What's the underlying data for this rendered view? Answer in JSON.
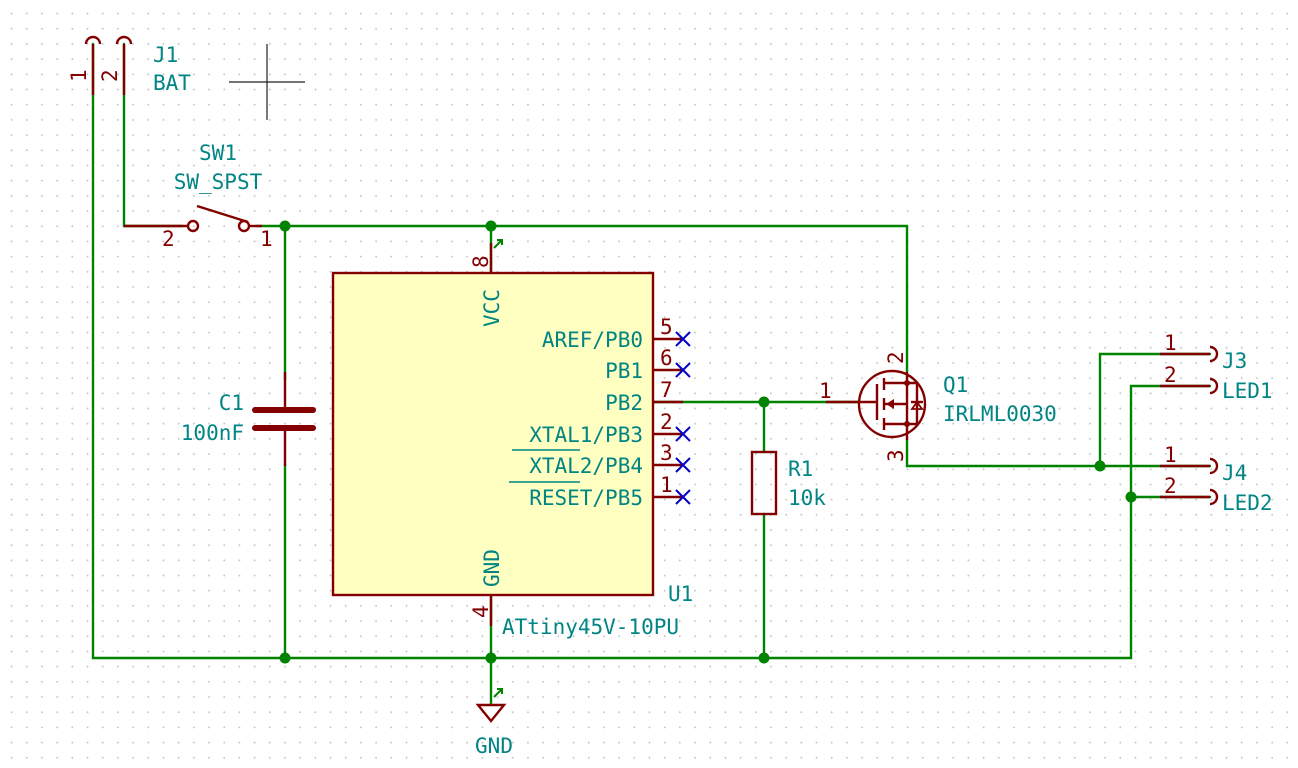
{
  "components": {
    "j1": {
      "ref": "J1",
      "value": "BAT",
      "pins": [
        "1",
        "2"
      ]
    },
    "sw1": {
      "ref": "SW1",
      "value": "SW_SPST",
      "pins": [
        "2",
        "1"
      ]
    },
    "c1": {
      "ref": "C1",
      "value": "100nF"
    },
    "u1": {
      "ref": "U1",
      "value": "ATtiny45V-10PU",
      "vcc": {
        "name": "VCC",
        "num": "8"
      },
      "gnd": {
        "name": "GND",
        "num": "4"
      },
      "pins": [
        {
          "name": "AREF/PB0",
          "num": "5"
        },
        {
          "name": "PB1",
          "num": "6"
        },
        {
          "name": "PB2",
          "num": "7"
        },
        {
          "name": "XTAL1/PB3",
          "num": "2"
        },
        {
          "name": "XTAL2/PB4",
          "num": "3"
        },
        {
          "name": "RESET/PB5",
          "num": "1"
        }
      ]
    },
    "r1": {
      "ref": "R1",
      "value": "10k"
    },
    "q1": {
      "ref": "Q1",
      "value": "IRLML0030",
      "pins": [
        "1",
        "2",
        "3"
      ]
    },
    "j3": {
      "ref": "J3",
      "value": "LED1",
      "pins": [
        "1",
        "2"
      ]
    },
    "j4": {
      "ref": "J4",
      "value": "LED2",
      "pins": [
        "1",
        "2"
      ]
    },
    "gnd": {
      "label": "GND"
    }
  },
  "colors": {
    "wire": "#008400",
    "body": "#840000",
    "fill": "#ffffc2",
    "text": "#008484",
    "nc": "#0000c8"
  }
}
